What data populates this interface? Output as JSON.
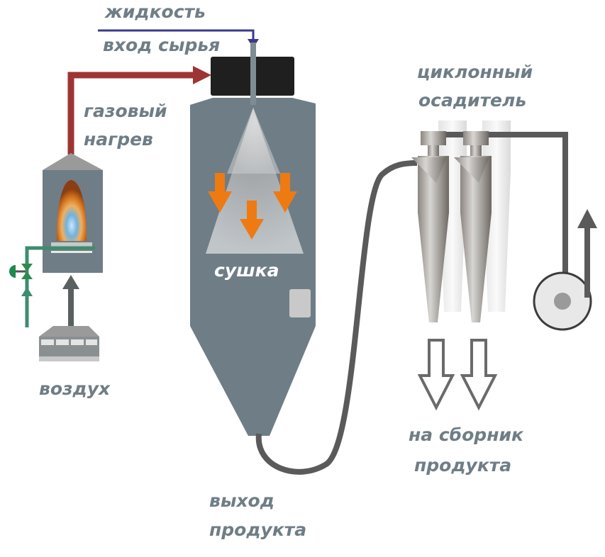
{
  "title": "Распылительная сушилка",
  "labels": {
    "liquid": "жидкость",
    "feed_inlet": "вход сырья",
    "gas_heating_1": "газовый",
    "gas_heating_2": "нагрев",
    "drying": "сушка",
    "air": "воздух",
    "cyclone_1": "циклонный",
    "cyclone_2": "осадитель",
    "collector_1": "на сборник",
    "collector_2": "продукта",
    "product_out_1": "выход",
    "product_out_2": "продукта"
  },
  "colors": {
    "feed_line": "#3a3a8c",
    "hot_gas": "#9e3434",
    "gas_supply": "#3e8c6e",
    "vessel": "#6f7d86",
    "spray_arrows": "#ee7a12",
    "pipe": "#5a5a5a"
  }
}
